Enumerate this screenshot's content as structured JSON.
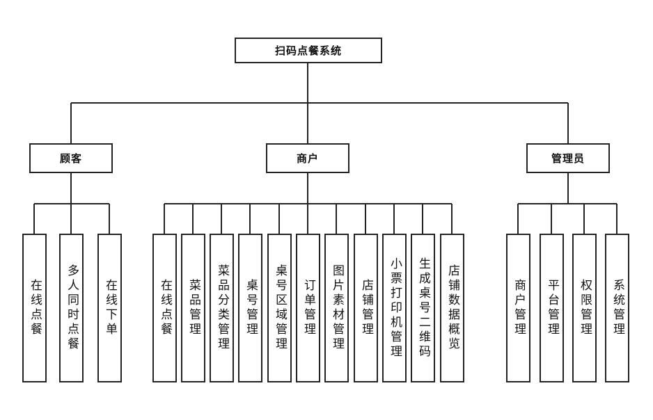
{
  "root": "扫码点餐系统",
  "groups": [
    {
      "label": "顾客",
      "items": [
        "在线点餐",
        "多人同时点餐",
        "在线下单"
      ]
    },
    {
      "label": "商户",
      "items": [
        "在线点餐",
        "菜品管理",
        "菜品分类管理",
        "桌号管理",
        "桌号区域管理",
        "订单管理",
        "图片素材管理",
        "店铺管理",
        "小票打印机管理",
        "生成桌号二维码",
        "店铺数据概览"
      ]
    },
    {
      "label": "管理员",
      "items": [
        "商户管理",
        "平台管理",
        "权限管理",
        "系统管理"
      ]
    }
  ]
}
